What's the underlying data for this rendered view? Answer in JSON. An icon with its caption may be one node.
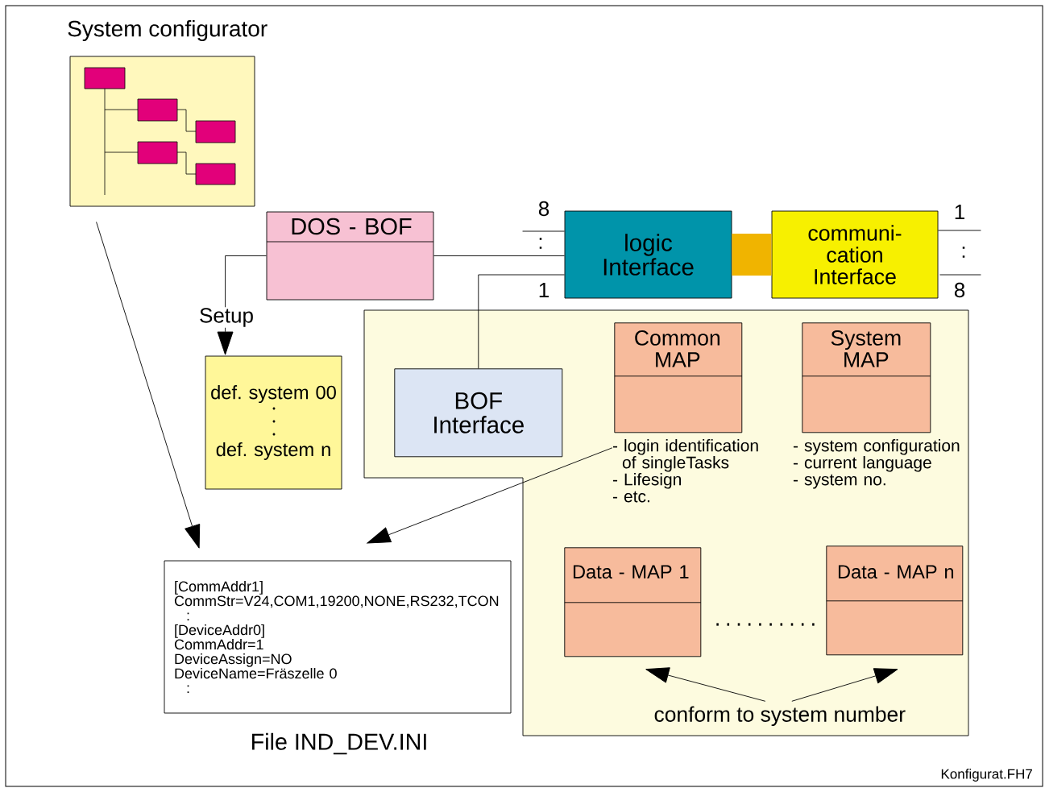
{
  "diagram": {
    "nodes": [
      {
        "text": [
          "System configurator"
        ]
      },
      {
        "text": [
          "DOS - BOF"
        ]
      },
      {
        "text": [
          "logic Interface"
        ]
      },
      {
        "text": [
          "communi- cation Interface"
        ]
      },
      {
        "text": [],
        "shape": "box"
      },
      {
        "text": [
          "BOF Interface"
        ],
        "in": 4
      },
      {
        "text": [
          "Common MAP"
        ],
        "in": 4
      },
      {
        "text": [
          "- login identification of singleTasks",
          "- Lifesign",
          "- etc."
        ],
        "in": 4
      },
      {
        "text": [
          "System MAP"
        ],
        "in": 4,
        "beside": [
          "- system configuration",
          "- current language",
          "- system no."
        ]
      },
      {
        "text": [
          "Data - MAP 1"
        ],
        "in": 4
      },
      {
        "text": [
          "Data - MAP n"
        ],
        "in": 4
      },
      {
        "text": [
          "conform to system number"
        ],
        "in": 4
      },
      {
        "text": [
          "def. system 00",
          "def. system n"
        ]
      },
      {
        "text": [
          "[CommAddr1]",
          "CommStr=V24,COM1,19200,NONE,RS232,TCON",
          ":",
          "[DeviceAddr0]",
          "CommAddr=1",
          "DeviceAssign=NO",
          "DeviceName=Fräszelle 0",
          ":"
        ],
        "beside": [
          "File IND_DEV.INI"
        ]
      }
    ],
    "edges": [
      {
        "from": 0,
        "to": 13,
        "arrow": "to"
      },
      {
        "from": 1,
        "to": 12,
        "arrow": "to",
        "label": "Setup"
      },
      {
        "from": 1,
        "to": 2,
        "arrow": "none"
      },
      {
        "from": 5,
        "to": 2,
        "arrow": "none"
      },
      {
        "from": 2,
        "to": 3,
        "arrow": "none",
        "style": "thick",
        "color": "#f0b400"
      },
      {
        "from": null,
        "to": 2,
        "arrow": "none"
      },
      {
        "from": 3,
        "to": null,
        "arrow": "none"
      },
      {
        "from": 3,
        "to": null,
        "arrow": "none"
      },
      {
        "from": 7,
        "to": 13,
        "arrow": "to"
      },
      {
        "from": 11,
        "to": 9,
        "arrow": "to"
      },
      {
        "from": 11,
        "to": 10,
        "arrow": "to"
      }
    ],
    "labels": [
      "8",
      ":",
      "1",
      "1",
      ":",
      "8",
      "..........",
      "Konfigurat.FH7"
    ]
  }
}
